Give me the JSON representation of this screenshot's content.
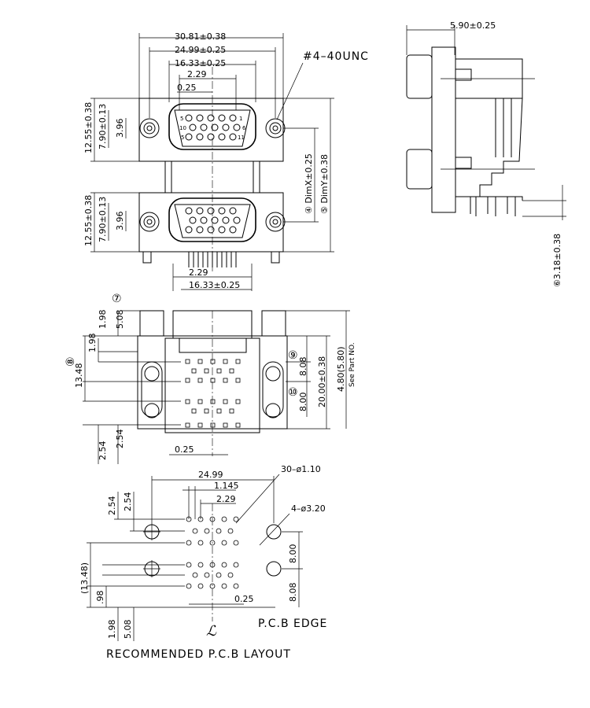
{
  "dims": {
    "d1": "⑐30.81±0.38",
    "d2": "⑑24.99±0.25",
    "d3": "⑒16.33±0.25",
    "d229top": "2.29",
    "d025top": "0.25",
    "thread": "#4–40UNC",
    "d590": "5.90±0.25",
    "v1255a": "12.55±0.38",
    "v790a": "7.90±0.13",
    "v396a": "3.96",
    "v1255b": "12.55±0.38",
    "v790b": "7.90±0.13",
    "v396b": "3.96",
    "dimx": "④ DimX±0.25",
    "dimy": "⑤ DimY±0.38",
    "d229bot": "2.29",
    "d1633bot": "16.33±0.25",
    "d318": "⑥3.18±0.38",
    "n7": "⑦",
    "v198a": "1.98",
    "v508a": "5.08",
    "v198b": "1.98",
    "v1348": "13.48",
    "n8": "⑧",
    "n9": "⑨",
    "v808": "8.08",
    "n10": "⑩",
    "v800": "8.00",
    "v2000": "20.00±0.38",
    "v480": "4.80(5.80)",
    "seepart": "See Part NO.",
    "v254a": "2.54",
    "v254b": "2.54",
    "d025mid": "0.25",
    "p2499": "24.99",
    "p30holes": "30–ø1.10",
    "p1145": "1.145",
    "p229": "2.29",
    "p4holes": "4–ø3.20",
    "pv254a": "2.54",
    "pv254b": "2.54",
    "pv800": "8.00",
    "pv1348": "(13.48)",
    "pv98": ".98",
    "pv808": "8.08",
    "p025": "0.25",
    "pv198": "1.98",
    "pv508": "5.08",
    "cl": "ℒ",
    "pcbedge": "P.C.B EDGE",
    "caption": "RECOMMENDED P.C.B LAYOUT"
  },
  "pins": {
    "r1": [
      "5",
      "1"
    ],
    "r2": [
      "10",
      "6"
    ],
    "r3": [
      "5",
      "11"
    ]
  }
}
